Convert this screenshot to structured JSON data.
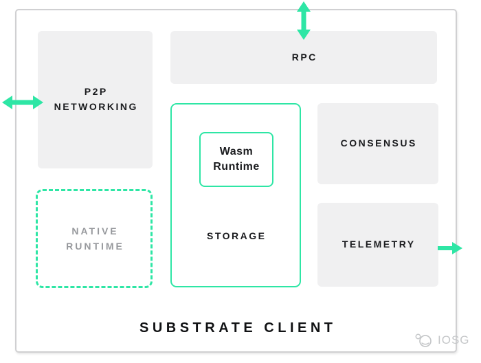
{
  "diagram": {
    "title": "SUBSTRATE CLIENT",
    "boxes": {
      "p2p": {
        "lines": [
          "P2P",
          "NETWORKING"
        ]
      },
      "rpc": {
        "label": "RPC"
      },
      "consensus": {
        "label": "CONSENSUS"
      },
      "telemetry": {
        "label": "TELEMETRY"
      },
      "storage": {
        "label": "STORAGE"
      },
      "wasm_runtime": {
        "lines": [
          "Wasm",
          "Runtime"
        ]
      },
      "native_runtime": {
        "lines": [
          "NATIVE",
          "RUNTIME"
        ]
      }
    },
    "arrows": [
      {
        "name": "rpc-io",
        "type": "vertical-bidirectional"
      },
      {
        "name": "p2p-network-io",
        "type": "horizontal-bidirectional"
      },
      {
        "name": "telemetry-out",
        "type": "right-single"
      }
    ],
    "watermark": "IOSG",
    "colors": {
      "accent": "#2ee6a5",
      "box_fill": "#f0f0f1",
      "frame_border": "#d0d0d2",
      "text": "#1a1b1e",
      "muted_text": "#97999d",
      "watermark": "#c5c7c9"
    }
  }
}
